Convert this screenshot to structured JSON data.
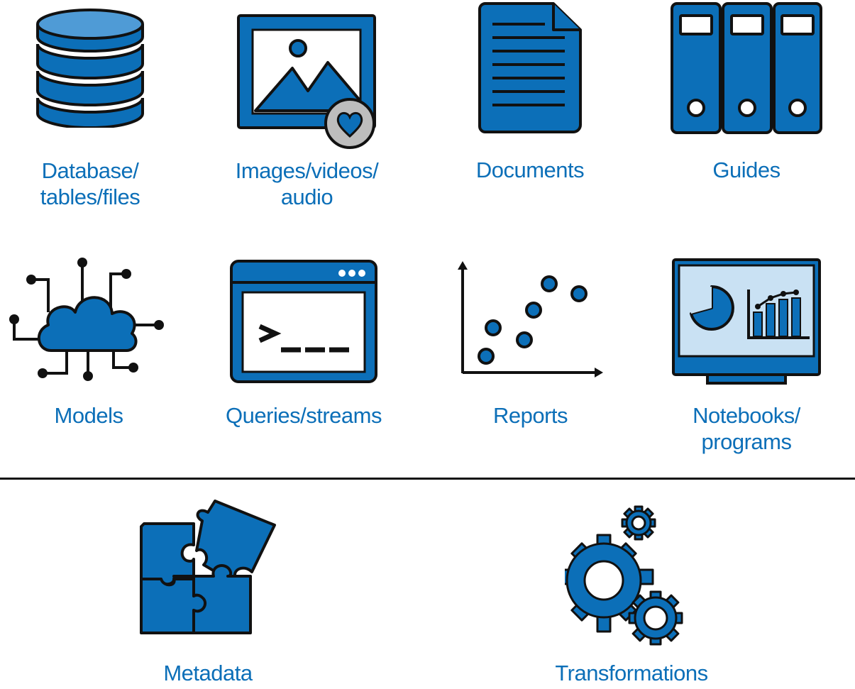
{
  "colors": {
    "blue": "#0c6fb8",
    "blue_light": "#4f9bd6",
    "screen_light": "#c9e1f3",
    "outline": "#111111",
    "badge_gray": "#bdbdbd",
    "label_blue": "#0c6fb8"
  },
  "top_grid": [
    {
      "icon": "database-icon",
      "label_lines": [
        "Database/",
        "tables/files"
      ]
    },
    {
      "icon": "image-icon",
      "label_lines": [
        "Images/videos/",
        "audio"
      ]
    },
    {
      "icon": "document-icon",
      "label_lines": [
        "Documents"
      ]
    },
    {
      "icon": "binders-icon",
      "label_lines": [
        "Guides"
      ]
    },
    {
      "icon": "cloud-network-icon",
      "label_lines": [
        "Models"
      ]
    },
    {
      "icon": "terminal-window-icon",
      "label_lines": [
        "Queries/streams"
      ]
    },
    {
      "icon": "scatter-plot-icon",
      "label_lines": [
        "Reports"
      ]
    },
    {
      "icon": "monitor-dashboard-icon",
      "label_lines": [
        "Notebooks/",
        "programs"
      ]
    }
  ],
  "bottom_row": [
    {
      "icon": "puzzle-icon",
      "label_lines": [
        "Metadata"
      ]
    },
    {
      "icon": "gears-icon",
      "label_lines": [
        "Transformations"
      ]
    }
  ]
}
